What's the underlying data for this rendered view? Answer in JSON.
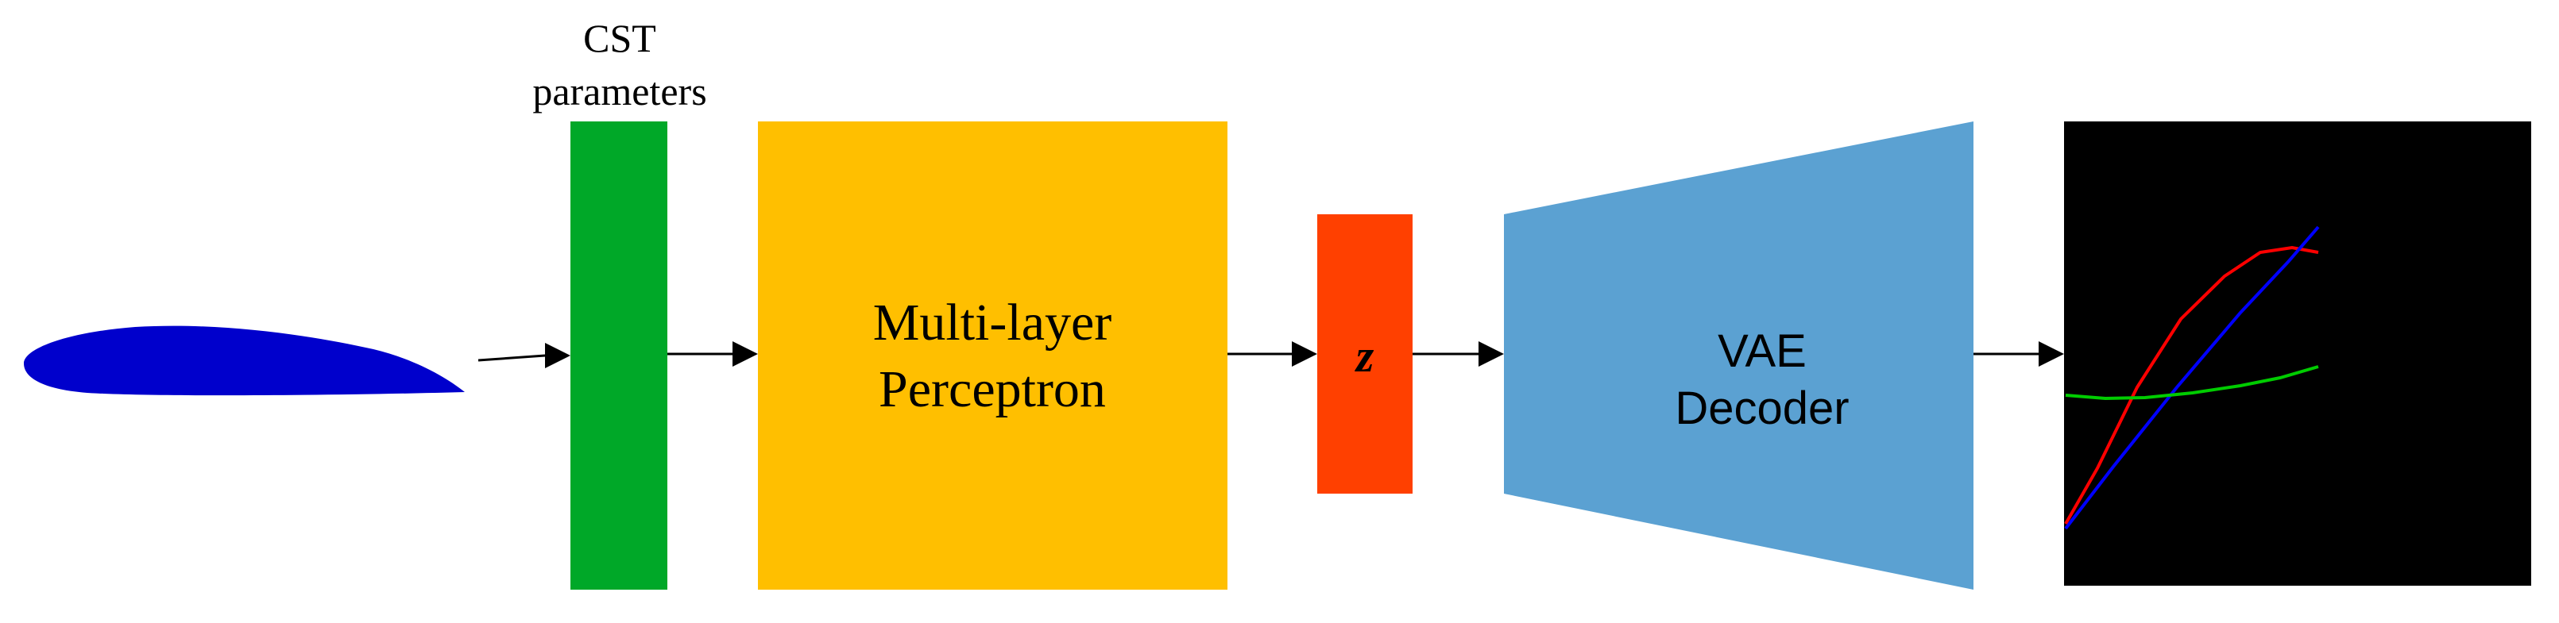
{
  "blocks": {
    "cst": {
      "label_line1": "CST",
      "label_line2": "parameters",
      "color": "#00A828"
    },
    "mlp": {
      "label_line1": "Multi-layer",
      "label_line2": "Perceptron",
      "color": "#FFBF00"
    },
    "latent": {
      "label": "z",
      "color": "#FF4000"
    },
    "decoder": {
      "label_line1": "VAE",
      "label_line2": "Decoder",
      "color": "#5BA1D2"
    }
  },
  "airfoil": {
    "color": "#0000CC"
  },
  "output_plot": {
    "background": "#000000",
    "curves": [
      {
        "color": "#FF0000"
      },
      {
        "color": "#0000FF"
      },
      {
        "color": "#00CC00"
      }
    ]
  }
}
